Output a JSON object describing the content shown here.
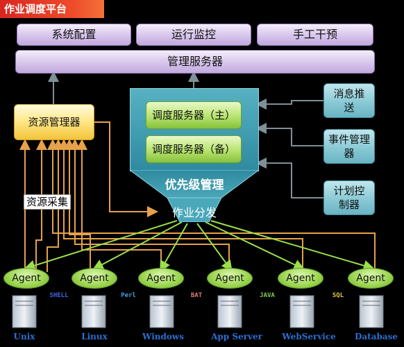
{
  "title": "作业调度平台",
  "top_modules": [
    "系统配置",
    "运行监控",
    "手工干预"
  ],
  "management_server": "管理服务器",
  "resource_manager": "资源管理器",
  "resource_collection": "资源采集",
  "dispatch_primary": "调度服务器（主）",
  "dispatch_backup": "调度服务器（备）",
  "priority_management": "优先级管理",
  "job_distribution": "作业分发",
  "side_modules": [
    "消息推送",
    "事件管理器",
    "计划控制器"
  ],
  "agent_label": "Agent",
  "agents": [
    {
      "agent": "Agent",
      "server": "Unix"
    },
    {
      "agent": "Agent",
      "server": "Linux"
    },
    {
      "agent": "Agent",
      "server": "Windows"
    },
    {
      "agent": "Agent",
      "server": "App Server"
    },
    {
      "agent": "Agent",
      "server": "WebService"
    },
    {
      "agent": "Agent",
      "server": "Database"
    }
  ],
  "protocols": [
    "SHELL",
    "Perl",
    "BAT",
    "JAVA",
    "SQL"
  ],
  "colors": {
    "banner": "#e0301f",
    "teal_panel": "#3a96ab",
    "arrow_gray": "#7f8f96",
    "arrow_orange": "#e6a24a",
    "arrow_green": "#9be04a",
    "server_label": "#2a6fd0"
  }
}
